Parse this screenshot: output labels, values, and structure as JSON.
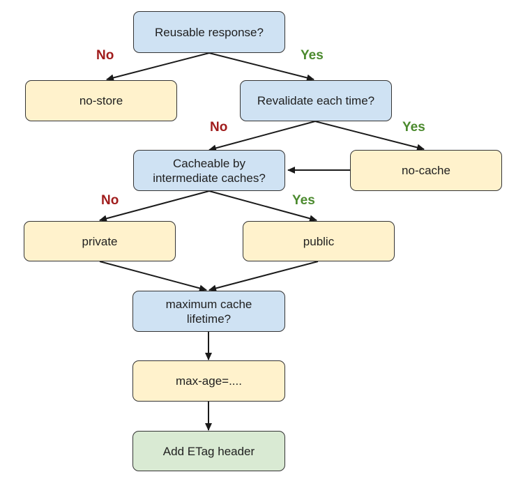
{
  "colors": {
    "decision_fill": "#cfe2f3",
    "directive_fill": "#fff2cc",
    "final_fill": "#d9ead3",
    "no_label": "#a01c1c",
    "yes_label": "#4b8a2e",
    "stroke": "#333333"
  },
  "nodes": {
    "reusable": "Reusable response?",
    "no_store": "no-store",
    "revalidate": "Revalidate each time?",
    "intermediate": "Cacheable by\nintermediate caches?",
    "no_cache": "no-cache",
    "private": "private",
    "public": "public",
    "lifetime": "maximum cache\nlifetime?",
    "max_age": "max-age=....",
    "etag": "Add ETag header"
  },
  "edge_labels": {
    "no": "No",
    "yes": "Yes"
  }
}
